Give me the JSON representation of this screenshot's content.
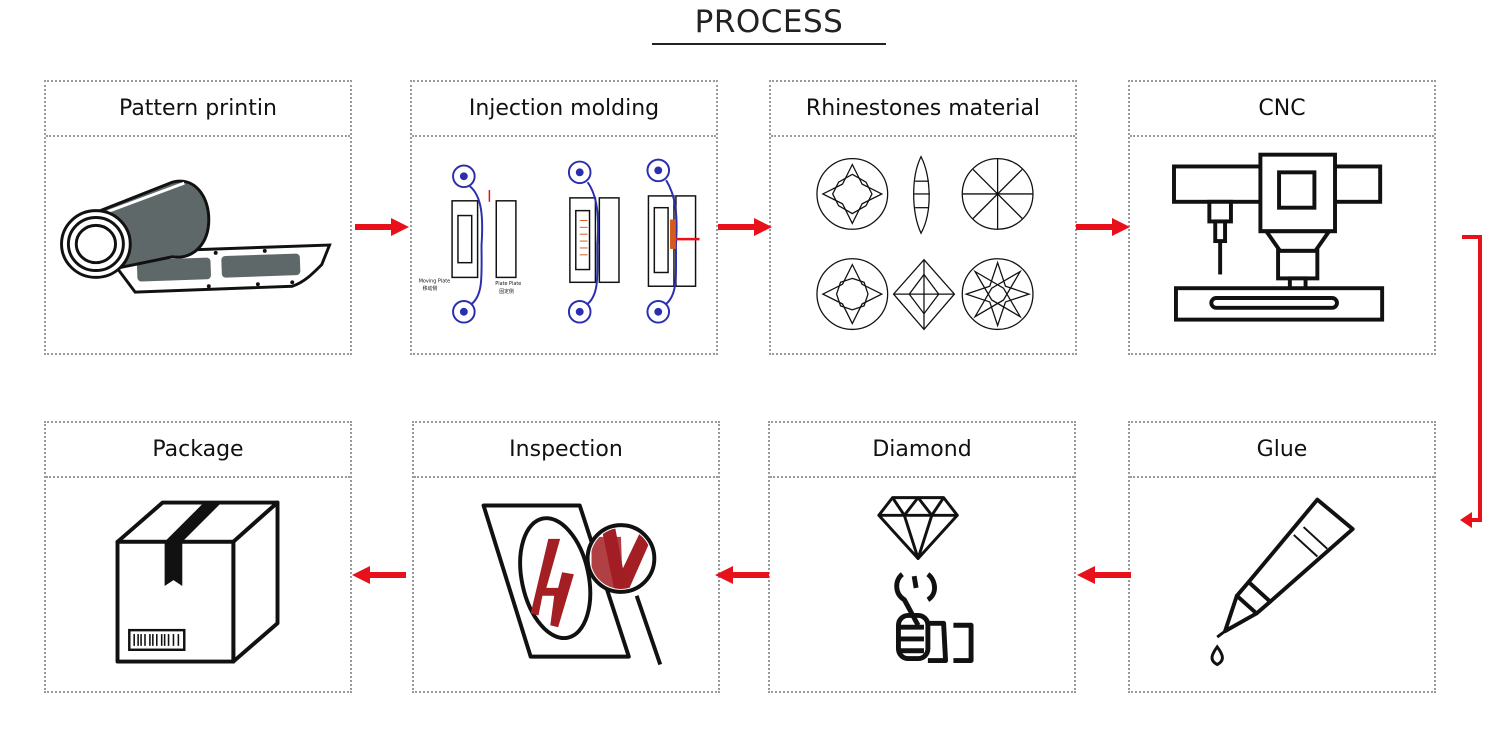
{
  "title": "PROCESS",
  "steps": [
    {
      "label": "Pattern printin",
      "icon": "film-roll-icon"
    },
    {
      "label": "Injection molding",
      "icon": "injection-mold-icon"
    },
    {
      "label": "Rhinestones material",
      "icon": "rhinestones-icon"
    },
    {
      "label": "CNC",
      "icon": "cnc-machine-icon"
    },
    {
      "label": "Glue",
      "icon": "glue-tube-icon"
    },
    {
      "label": "Diamond",
      "icon": "diamond-tool-icon"
    },
    {
      "label": "Inspection",
      "icon": "magnifier-inspection-icon"
    },
    {
      "label": "Package",
      "icon": "package-box-icon"
    }
  ],
  "mold_labels": {
    "moving_plate_en": "Moving Plate",
    "moving_plate_cn": "移动侧",
    "fixed_plate_en": "Plate Plate",
    "fixed_plate_cn": "固定侧"
  },
  "colors": {
    "arrow": "#e8101a",
    "accent_red": "#a31f24",
    "line": "#111111"
  }
}
